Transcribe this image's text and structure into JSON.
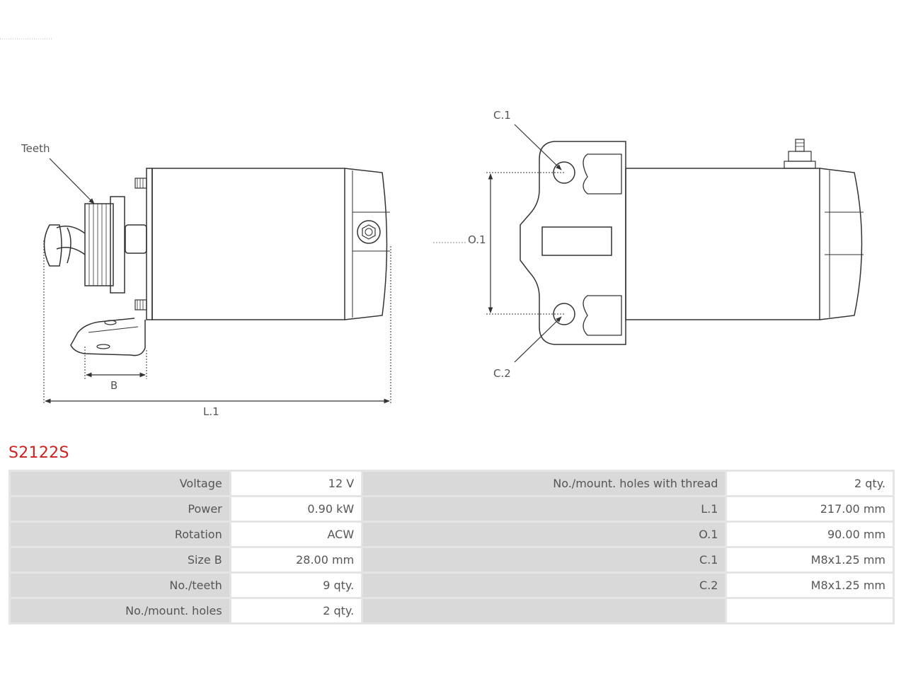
{
  "part_number": "S2122S",
  "drawing": {
    "labels": {
      "teeth": "Teeth",
      "b": "B",
      "l1": "L.1",
      "c1": "C.1",
      "c2": "C.2",
      "o1": "O.1"
    }
  },
  "specs": [
    {
      "label": "Voltage",
      "value": "12 V",
      "label2": "No./mount. holes with thread",
      "value2": "2 qty."
    },
    {
      "label": "Power",
      "value": "0.90 kW",
      "label2": "L.1",
      "value2": "217.00 mm"
    },
    {
      "label": "Rotation",
      "value": "ACW",
      "label2": "O.1",
      "value2": "90.00 mm"
    },
    {
      "label": "Size B",
      "value": "28.00 mm",
      "label2": "C.1",
      "value2": "M8x1.25 mm"
    },
    {
      "label": "No./teeth",
      "value": "9 qty.",
      "label2": "C.2",
      "value2": "M8x1.25 mm"
    },
    {
      "label": "No./mount. holes",
      "value": "2 qty.",
      "label2": "",
      "value2": ""
    }
  ]
}
